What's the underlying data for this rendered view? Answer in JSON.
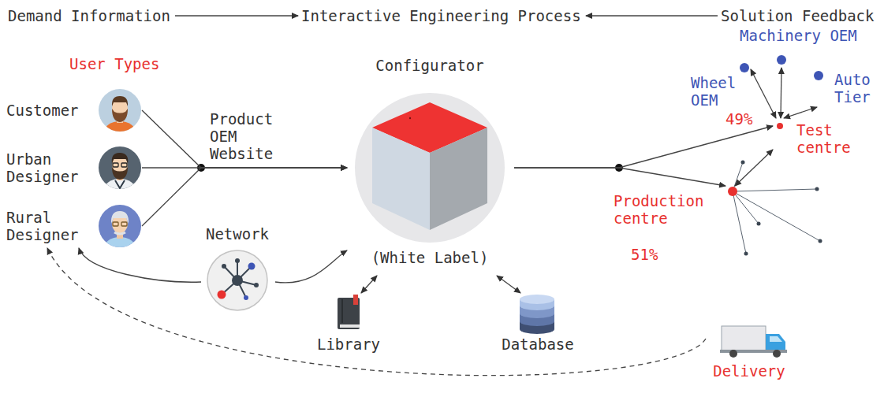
{
  "diagram": {
    "nodes": [
      {
        "text": [
          "Demand Information"
        ]
      },
      {
        "text": [
          "Interactive Engineering Process"
        ]
      },
      {
        "text": [
          "Solution Feedback"
        ]
      },
      {
        "text": [
          "Customer"
        ]
      },
      {
        "text": [
          "Urban Designer"
        ]
      },
      {
        "text": [
          "Rural Designer"
        ]
      },
      {
        "text": [
          "Configurator",
          "(White Label)"
        ]
      },
      {
        "text": [
          "Network"
        ]
      },
      {
        "text": [
          "Library"
        ]
      },
      {
        "text": [
          "Database"
        ]
      },
      {
        "text": [
          "Wheel OEM"
        ]
      },
      {
        "text": [
          "Machinery OEM"
        ]
      },
      {
        "text": [
          "Auto Tier"
        ]
      },
      {
        "text": [
          "Test centre"
        ]
      },
      {
        "text": [
          "Production centre"
        ]
      },
      {
        "text": [
          "Delivery"
        ]
      }
    ],
    "edges": [
      {
        "from": 0,
        "to": 1,
        "arrow": "to"
      },
      {
        "from": 2,
        "to": 1,
        "arrow": "to"
      },
      {
        "from": 3,
        "to": 6,
        "arrow": "to"
      },
      {
        "from": 4,
        "to": 6,
        "arrow": "to"
      },
      {
        "from": 5,
        "to": 6,
        "arrow": "to"
      },
      {
        "from": 6,
        "to": 13,
        "arrow": "to"
      },
      {
        "from": 6,
        "to": 14,
        "arrow": "to"
      },
      {
        "from": 10,
        "to": 13,
        "arrow": "both"
      },
      {
        "from": 11,
        "to": 13,
        "arrow": "both"
      },
      {
        "from": 12,
        "to": 13,
        "arrow": "both"
      },
      {
        "from": 14,
        "to": 13,
        "arrow": "both"
      },
      {
        "from": 7,
        "to": 5,
        "arrow": "to"
      },
      {
        "from": 7,
        "to": 6,
        "arrow": "to"
      },
      {
        "from": 8,
        "to": 6,
        "arrow": "both"
      },
      {
        "from": 9,
        "to": 6,
        "arrow": "both"
      },
      {
        "from": 15,
        "to": 5,
        "arrow": "to"
      }
    ],
    "labels": [
      "User Types",
      "Product OEM Website",
      "49%",
      "51%"
    ]
  }
}
